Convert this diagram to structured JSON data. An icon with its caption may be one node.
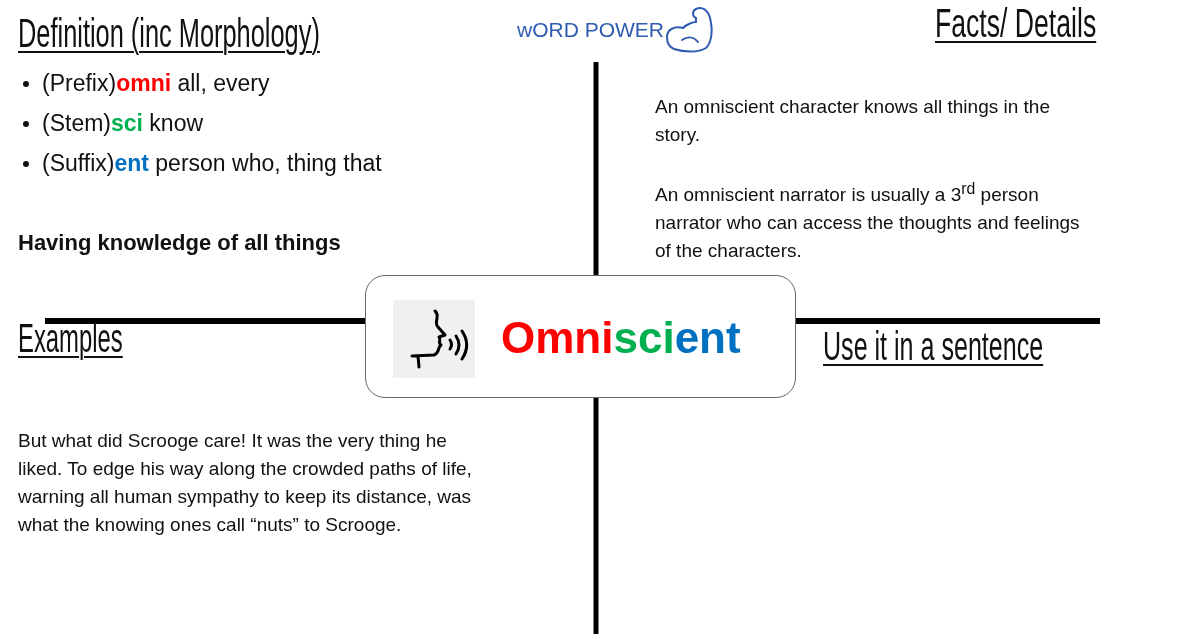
{
  "diagram": {
    "title": "wORD POWER",
    "nodes": [
      {
        "text": [
          "Omniscient"
        ]
      }
    ],
    "labels": [
      "Definition (inc Morphology)",
      "(Prefix)**omni** all, every",
      "(Stem)**sci** know",
      "(Suffix)**ent** person who, thing that",
      "Having knowledge of all things",
      "Facts/ Details",
      "An omniscient character knows all things in the story.",
      "An omniscient narrator is usually a 3$^{rd}$ person narrator who can access the thoughts and feelings of the characters.",
      "Examples",
      "But what did Scrooge care! It was the very thing he liked. To edge his way along the crowded paths of life, warning all human sympathy to keep its distance, was what the knowing ones call “nuts” to Scrooge.",
      "Use it in a sentence"
    ]
  }
}
